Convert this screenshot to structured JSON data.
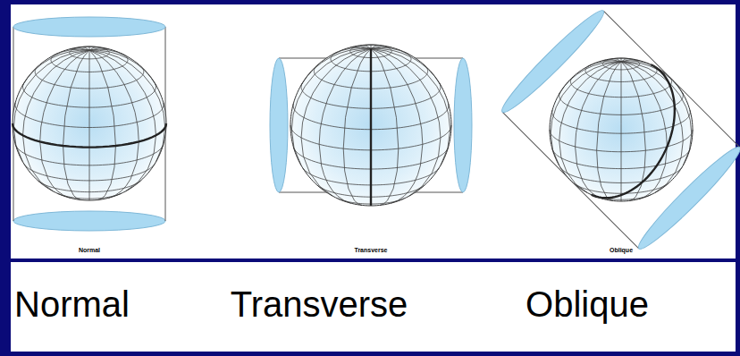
{
  "diagram": {
    "labels": [
      "Normal",
      "Transverse",
      "Oblique",
      "Normal",
      "Transverse",
      "Oblique"
    ]
  }
}
